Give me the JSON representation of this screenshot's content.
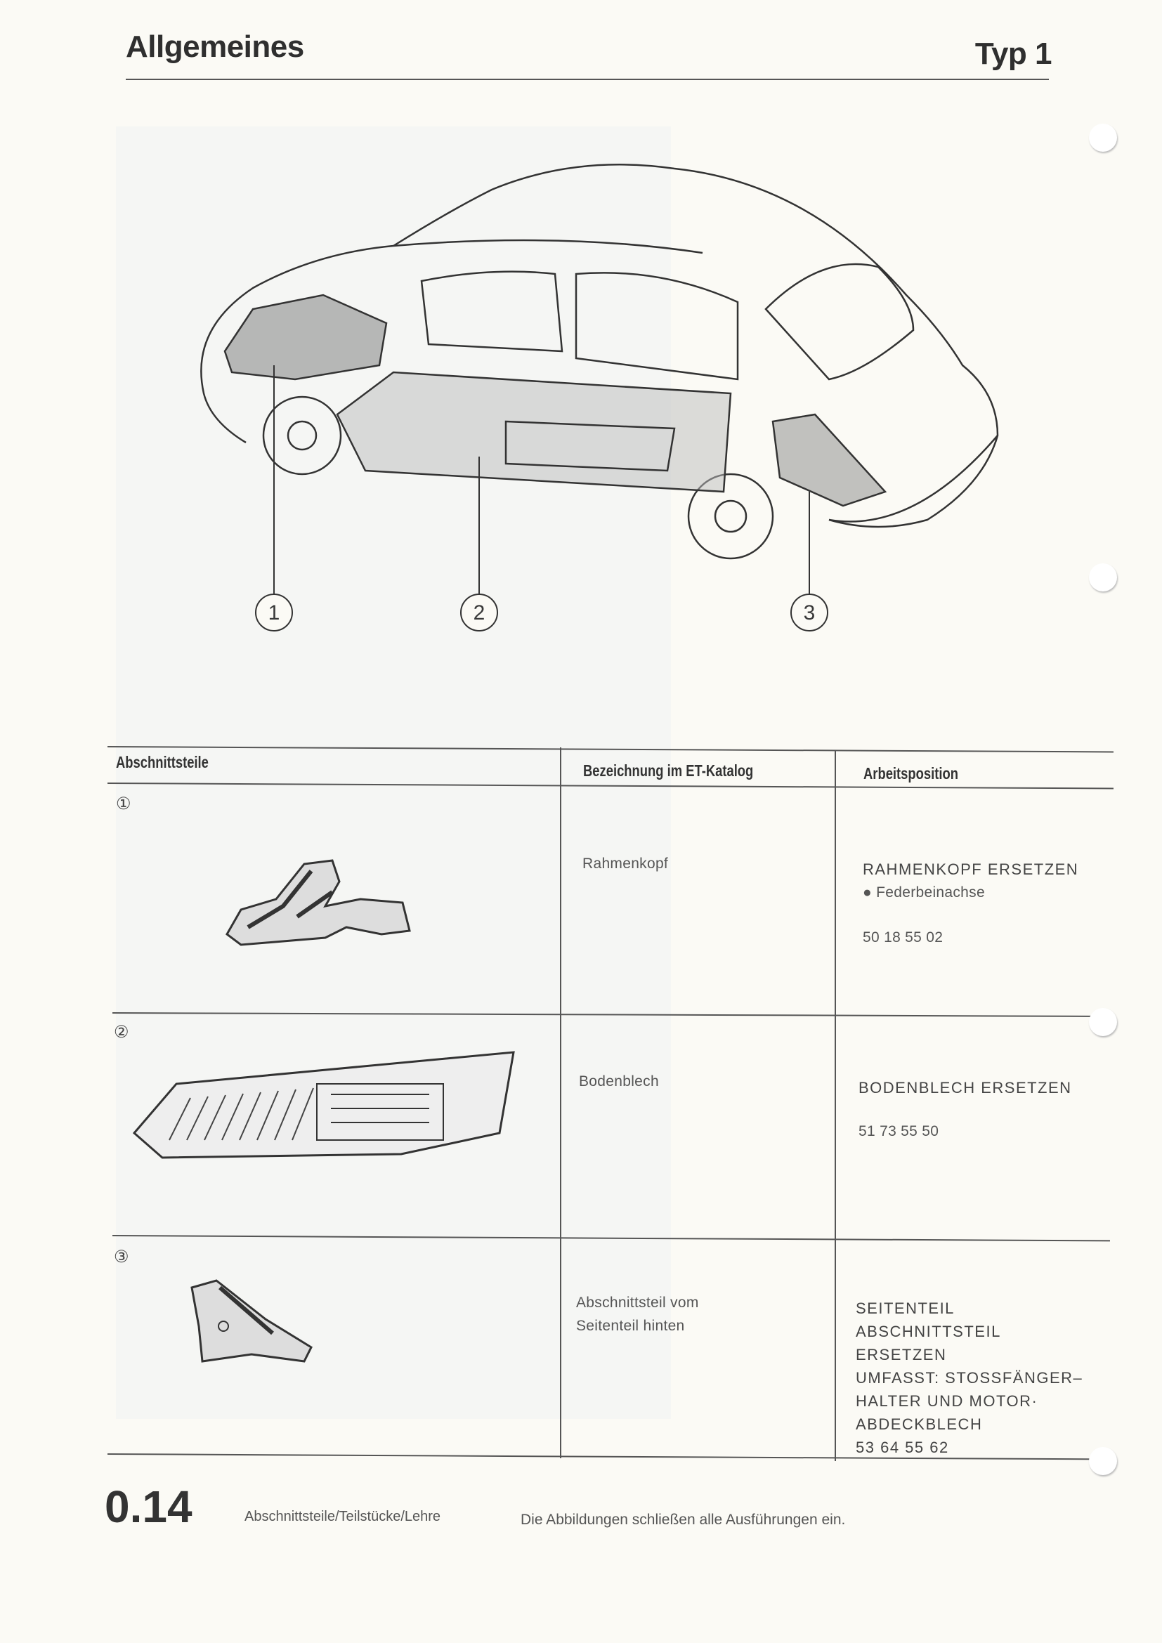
{
  "header": {
    "section": "Allgemeines",
    "type": "Typ 1"
  },
  "diagram": {
    "callouts": [
      "1",
      "2",
      "3"
    ]
  },
  "table": {
    "headers": [
      "Abschnittsteile",
      "Bezeichnung im ET-Katalog",
      "Arbeitsposition"
    ],
    "rows": [
      {
        "number": "①",
        "designation": [
          "Rahmenkopf"
        ],
        "work": [
          "RAHMENKOPF ERSETZEN"
        ],
        "note": "Federbeinachse",
        "code": "50 18 55 02"
      },
      {
        "number": "②",
        "designation": [
          "Bodenblech"
        ],
        "work": [
          "BODENBLECH ERSETZEN"
        ],
        "code": "51 73 55 50"
      },
      {
        "number": "③",
        "designation": [
          "Abschnittsteil vom",
          "Seitenteil hinten"
        ],
        "work": [
          "SEITENTEIL",
          "ABSCHNITTSTEIL",
          "ERSETZEN",
          "UMFASST: STOSSFÄNGER–",
          "HALTER UND MOTOR·",
          "ABDECKBLECH"
        ],
        "code": "53 64 55 62"
      }
    ]
  },
  "footer": {
    "page": "0.14",
    "subject": "Abschnittsteile/Teilstücke/Lehre",
    "note": "Die Abbildungen schließen alle Ausführungen ein."
  }
}
